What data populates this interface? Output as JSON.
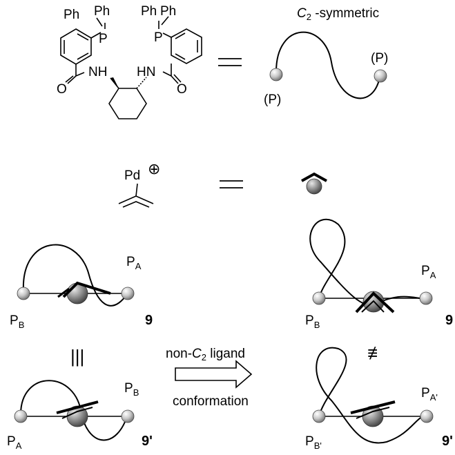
{
  "top": {
    "ph_left_1": "Ph",
    "ph_left_2": "Ph",
    "p_left": "P",
    "ph_right_1": "Ph",
    "ph_right_2": "Ph",
    "p_right": "P",
    "nh_left": "NH",
    "hn_right": "HN",
    "o_left": "O",
    "o_right": "O",
    "equals": "=",
    "c2_main": "C",
    "c2_sub": "2",
    "c2_rest": " -symmetric",
    "p_paren_left": "(P)",
    "p_paren_right": "(P)"
  },
  "middle": {
    "pd_label": "Pd",
    "pd_charge": "⊕",
    "equals": "="
  },
  "left_top": {
    "pa_main": "P",
    "pa_sub": "A",
    "pb_main": "P",
    "pb_sub": "B",
    "compound": "9"
  },
  "left_bottom": {
    "pb_main": "P",
    "pb_sub": "B",
    "pa_main": "P",
    "pa_sub": "A",
    "compound": "9'"
  },
  "equiv_symbol": "|||",
  "arrow": {
    "line1_pre": "non-",
    "line1_c": "C",
    "line1_sub": "2",
    "line1_post": " ligand",
    "line2": "conformation"
  },
  "right_top": {
    "pa_main": "P",
    "pa_sub": "A",
    "pb_main": "P",
    "pb_sub": "B",
    "compound": "9"
  },
  "not_equiv_symbol": "≢",
  "right_bottom": {
    "pa_main": "P",
    "pa_sub": "A'",
    "pb_main": "P",
    "pb_sub": "B'",
    "compound": "9'"
  }
}
